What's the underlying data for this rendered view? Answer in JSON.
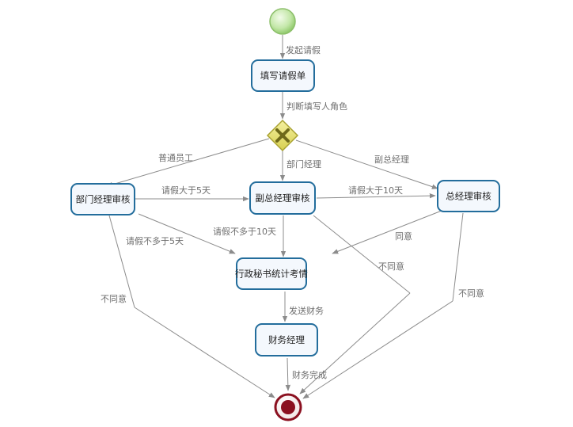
{
  "diagram": {
    "tasks": {
      "fill_form": "填写请假单",
      "dept_review": "部门经理审核",
      "vice_review": "副总经理审核",
      "gm_review": "总经理审核",
      "secretary": "行政秘书统计考情",
      "finance": "财务经理"
    },
    "edges": {
      "start_to_fill": "发起请假",
      "fill_to_gateway": "判断填写人角色",
      "gateway_to_dept": "普通员工",
      "gateway_to_vice": "部门经理",
      "gateway_to_gm": "副总经理",
      "dept_to_vice": "请假大于5天",
      "vice_to_gm": "请假大于10天",
      "dept_to_secretary": "请假不多于5天",
      "vice_to_secretary": "请假不多于10天",
      "gm_to_secretary": "同意",
      "dept_to_end": "不同意",
      "vice_to_end": "不同意",
      "gm_to_end": "不同意",
      "secretary_to_finance": "发送财务",
      "finance_to_end": "财务完成"
    },
    "colors": {
      "task_border": "#236d9c",
      "task_fill": "#f4f8fd",
      "edge": "#8c8c8c",
      "start_event": "#a8d98a",
      "end_event": "#8b1020",
      "gateway": "#d6d25a"
    }
  }
}
